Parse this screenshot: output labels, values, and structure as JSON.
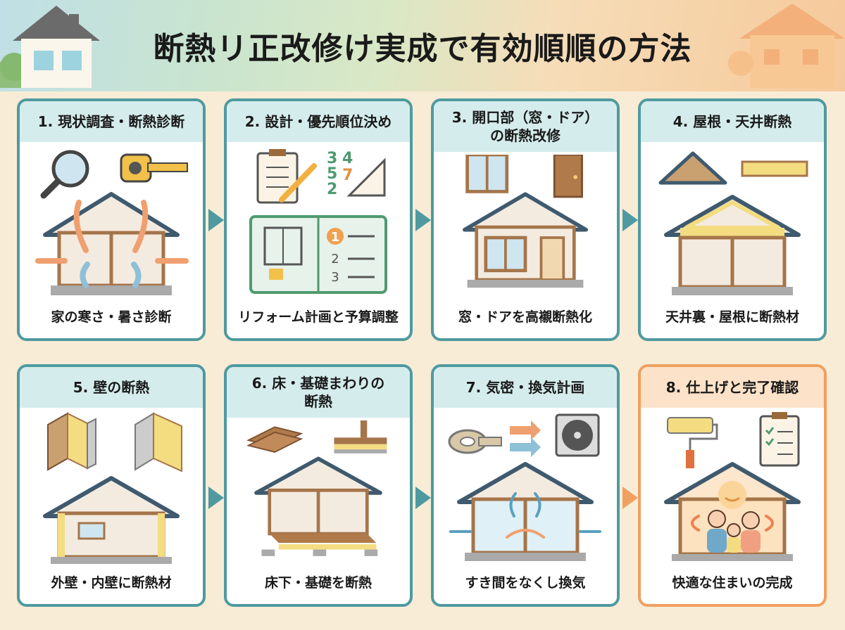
{
  "title": "断熱リ正改修け実成で有効順順の方法",
  "colors": {
    "teal": "#4f9aa0",
    "orange": "#f0a060",
    "background": "#f8ecd6"
  },
  "steps": [
    {
      "title": "1. 現状調査・断熱診断",
      "caption": "家の寒さ・暑さ診断"
    },
    {
      "title": "2. 設計・優先順位決め",
      "caption": "リフォーム計画と予算調整"
    },
    {
      "title_line1": "3. 開口部（窓・ドア）",
      "title_line2": "の断熱改修",
      "caption": "窓・ドアを高襯断熱化"
    },
    {
      "title": "4. 屋根・天井断熱",
      "caption": "天井裏・屋根に断熱材"
    },
    {
      "title": "5. 壁の断熱",
      "caption": "外壁・内壁に断熱材"
    },
    {
      "title_line1": "6. 床・基礎まわりの",
      "title_line2": "断熱",
      "caption": "床下・基礎を断熱"
    },
    {
      "title": "7. 気密・換気計画",
      "caption": "すき間をなくし換気"
    },
    {
      "title": "8. 仕上げと完了確認",
      "caption": "快適な住まいの完成"
    }
  ],
  "plan_numbers": [
    "1",
    "2",
    "3"
  ],
  "design_numbers": [
    "3",
    "4",
    "5",
    "2",
    "7"
  ]
}
